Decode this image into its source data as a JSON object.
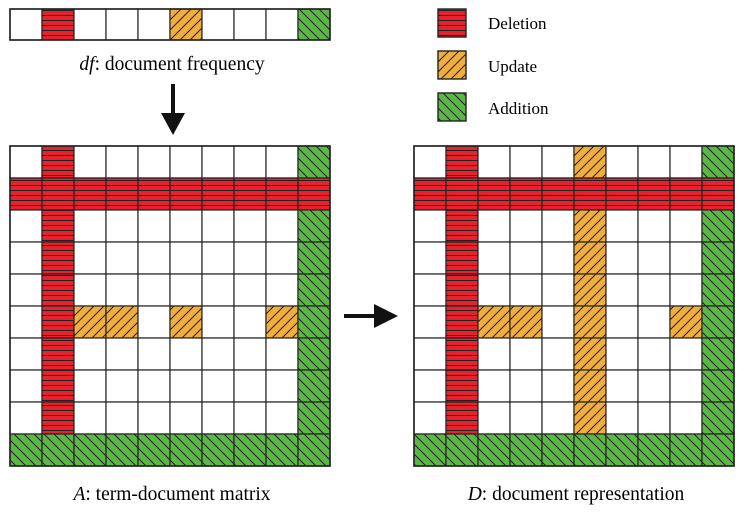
{
  "legend": {
    "deletion": "Deletion",
    "update": "Update",
    "addition": "Addition"
  },
  "df_caption": {
    "symbol": "df",
    "rest": ": document frequency"
  },
  "matrix_a_caption": {
    "symbol": "A",
    "rest": ": term-document matrix"
  },
  "matrix_d_caption": {
    "symbol": "D",
    "rest": ": document representation"
  },
  "colors": {
    "deletion": "#e8222c",
    "update": "#f0ae3c",
    "addition": "#5cb846",
    "grid": "#222222",
    "empty": "#ffffff"
  },
  "df_vector": [
    "empty",
    "deletion",
    "empty",
    "empty",
    "empty",
    "update",
    "empty",
    "empty",
    "empty",
    "addition"
  ],
  "matrix_a": [
    [
      "empty",
      "deletion",
      "empty",
      "empty",
      "empty",
      "empty",
      "empty",
      "empty",
      "empty",
      "addition"
    ],
    [
      "deletion",
      "deletion",
      "deletion",
      "deletion",
      "deletion",
      "deletion",
      "deletion",
      "deletion",
      "deletion",
      "deletion"
    ],
    [
      "empty",
      "deletion",
      "empty",
      "empty",
      "empty",
      "empty",
      "empty",
      "empty",
      "empty",
      "addition"
    ],
    [
      "empty",
      "deletion",
      "empty",
      "empty",
      "empty",
      "empty",
      "empty",
      "empty",
      "empty",
      "addition"
    ],
    [
      "empty",
      "deletion",
      "empty",
      "empty",
      "empty",
      "empty",
      "empty",
      "empty",
      "empty",
      "addition"
    ],
    [
      "empty",
      "deletion",
      "update",
      "update",
      "empty",
      "update",
      "empty",
      "empty",
      "update",
      "addition"
    ],
    [
      "empty",
      "deletion",
      "empty",
      "empty",
      "empty",
      "empty",
      "empty",
      "empty",
      "empty",
      "addition"
    ],
    [
      "empty",
      "deletion",
      "empty",
      "empty",
      "empty",
      "empty",
      "empty",
      "empty",
      "empty",
      "addition"
    ],
    [
      "empty",
      "deletion",
      "empty",
      "empty",
      "empty",
      "empty",
      "empty",
      "empty",
      "empty",
      "addition"
    ],
    [
      "addition",
      "addition",
      "addition",
      "addition",
      "addition",
      "addition",
      "addition",
      "addition",
      "addition",
      "addition"
    ]
  ],
  "matrix_d": [
    [
      "empty",
      "deletion",
      "empty",
      "empty",
      "empty",
      "update",
      "empty",
      "empty",
      "empty",
      "addition"
    ],
    [
      "deletion",
      "deletion",
      "deletion",
      "deletion",
      "deletion",
      "deletion",
      "deletion",
      "deletion",
      "deletion",
      "deletion"
    ],
    [
      "empty",
      "deletion",
      "empty",
      "empty",
      "empty",
      "update",
      "empty",
      "empty",
      "empty",
      "addition"
    ],
    [
      "empty",
      "deletion",
      "empty",
      "empty",
      "empty",
      "update",
      "empty",
      "empty",
      "empty",
      "addition"
    ],
    [
      "empty",
      "deletion",
      "empty",
      "empty",
      "empty",
      "update",
      "empty",
      "empty",
      "empty",
      "addition"
    ],
    [
      "empty",
      "deletion",
      "update",
      "update",
      "empty",
      "update",
      "empty",
      "empty",
      "update",
      "addition"
    ],
    [
      "empty",
      "deletion",
      "empty",
      "empty",
      "empty",
      "update",
      "empty",
      "empty",
      "empty",
      "addition"
    ],
    [
      "empty",
      "deletion",
      "empty",
      "empty",
      "empty",
      "update",
      "empty",
      "empty",
      "empty",
      "addition"
    ],
    [
      "empty",
      "deletion",
      "empty",
      "empty",
      "empty",
      "update",
      "empty",
      "empty",
      "empty",
      "addition"
    ],
    [
      "addition",
      "addition",
      "addition",
      "addition",
      "addition",
      "addition",
      "addition",
      "addition",
      "addition",
      "addition"
    ]
  ]
}
